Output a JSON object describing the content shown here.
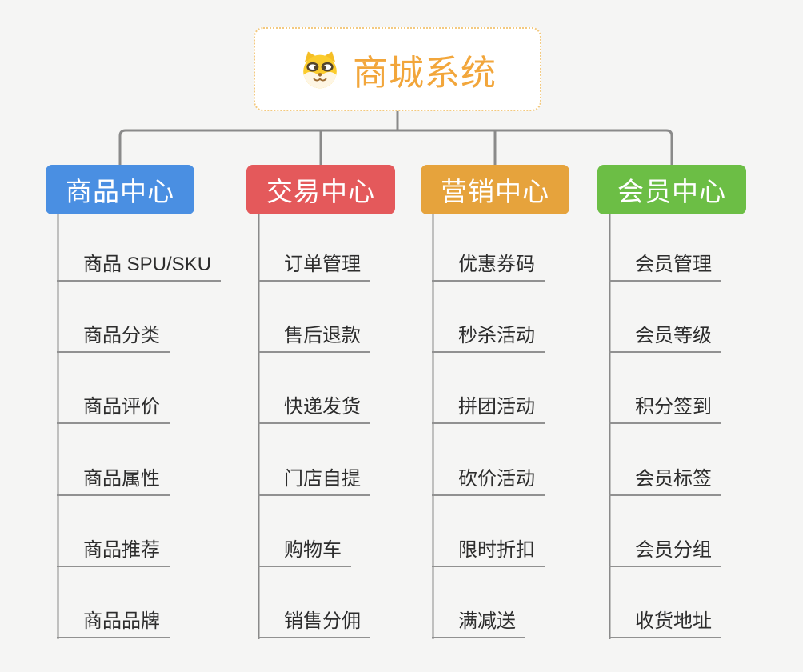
{
  "page": {
    "background": "#f5f5f4",
    "connector_color": "#8a8a8a"
  },
  "root": {
    "title": "商城系统",
    "icon": "shiba-dog-icon",
    "text_color": "#f2a63b",
    "border_color": "#f3c97f"
  },
  "branches": [
    {
      "label": "商品中心",
      "color": "#4a8fe2",
      "children": [
        "商品 SPU/SKU",
        "商品分类",
        "商品评价",
        "商品属性",
        "商品推荐",
        "商品品牌"
      ]
    },
    {
      "label": "交易中心",
      "color": "#e4595b",
      "children": [
        "订单管理",
        "售后退款",
        "快递发货",
        "门店自提",
        "购物车",
        "销售分佣"
      ]
    },
    {
      "label": "营销中心",
      "color": "#e6a33c",
      "children": [
        "优惠券码",
        "秒杀活动",
        "拼团活动",
        "砍价活动",
        "限时折扣",
        "满减送"
      ]
    },
    {
      "label": "会员中心",
      "color": "#6cbe45",
      "children": [
        "会员管理",
        "会员等级",
        "积分签到",
        "会员标签",
        "会员分组",
        "收货地址"
      ]
    }
  ]
}
